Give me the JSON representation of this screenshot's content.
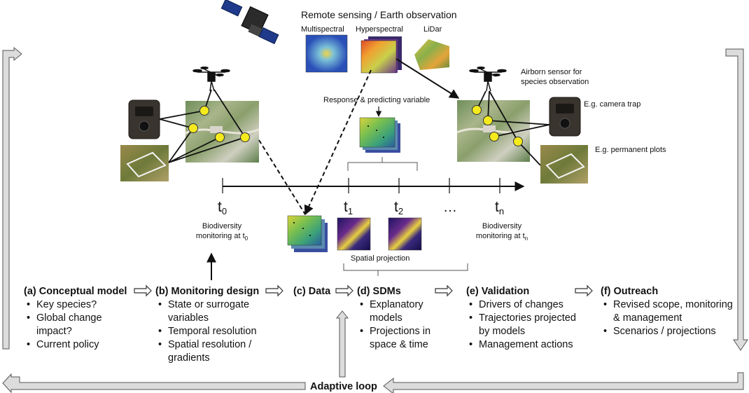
{
  "remote_sensing": {
    "title": "Remote sensing / Earth observation",
    "multispectral": "Multispectral",
    "hyperspectral": "Hyperspectral",
    "lidar": "LiDar"
  },
  "sensors": {
    "airborne": "Airborn sensor for species observation",
    "camera_trap": "E.g. camera trap",
    "permanent_plots": "E.g. permanent plots",
    "response_variable": "Response & predicting variable"
  },
  "timeline": {
    "t0": {
      "base": "t",
      "sub": "0"
    },
    "t1": {
      "base": "t",
      "sub": "1"
    },
    "t2": {
      "base": "t",
      "sub": "2"
    },
    "ellipsis": "…",
    "tn": {
      "base": "t",
      "sub": "n"
    },
    "monitoring_t0": {
      "line1": "Biodiversity",
      "line2": "monitoring at t",
      "sub": "0"
    },
    "monitoring_tn": {
      "line1": "Biodiversity",
      "line2": "monitoring at t",
      "sub": "n"
    },
    "spatial_projection": "Spatial projection"
  },
  "steps": [
    {
      "head": "(a) Conceptual model",
      "items": [
        "Key species?",
        "Global change impact?",
        "Current policy"
      ]
    },
    {
      "head": "(b) Monitoring design",
      "items": [
        "State or surrogate variables",
        "Temporal resolution",
        "Spatial resolution / gradients"
      ]
    },
    {
      "head": "(c) Data",
      "items": []
    },
    {
      "head": "(d) SDMs",
      "items": [
        "Explanatory models",
        "Projections in space & time"
      ]
    },
    {
      "head": "(e) Validation",
      "items": [
        "Drivers of changes",
        "Trajectories projected by models",
        "Management actions"
      ]
    },
    {
      "head": "(f) Outreach",
      "items": [
        "Revised scope, monitoring & management",
        "Scenarios / projections"
      ]
    }
  ],
  "loop_label": "Adaptive loop",
  "colors": {
    "loop_arrow": "#dcdcdc",
    "marker": "#f5ea1e",
    "heat_low": "#2a1a6e",
    "heat_high": "#f2e23a"
  }
}
